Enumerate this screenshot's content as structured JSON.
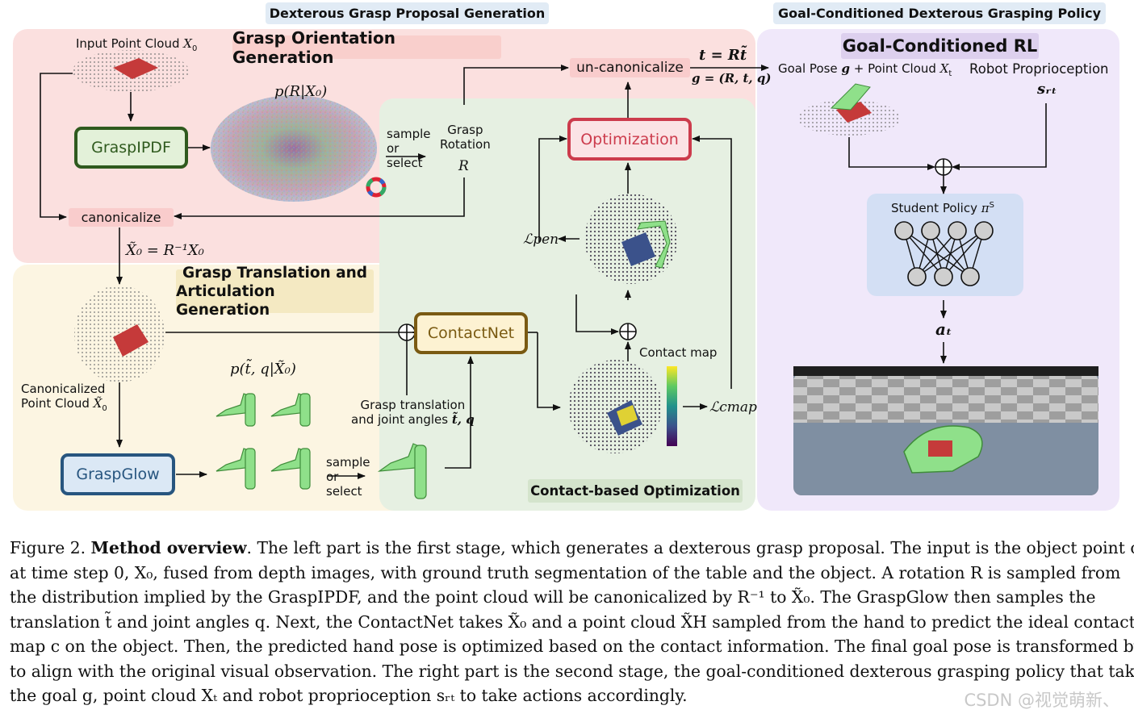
{
  "headers": {
    "left": "Dexterous Grasp Proposal Generation",
    "right": "Goal-Conditioned Dexterous Grasping Policy"
  },
  "sections": {
    "orientation": "Grasp Orientation Generation",
    "translation_line1": "Grasp Translation and",
    "translation_line2": "Articulation Generation",
    "contact_opt": "Contact-based Optimization",
    "rl": "Goal-Conditioned RL"
  },
  "modules": {
    "graspipdf": "GraspIPDF",
    "graspglow": "GraspGlow",
    "contactnet": "ContactNet",
    "optimization": "Optimization",
    "canonicalize": "canonicalize",
    "uncanonicalize": "un-canonicalize",
    "student_policy": "Student Policy"
  },
  "labels": {
    "input_cloud": "Input Point Cloud",
    "dist_rot": "p(R|X₀)",
    "sample1": "sample",
    "or1": "or",
    "select1": "select",
    "grasp": "Grasp",
    "rotation": "Rotation",
    "R": "R",
    "canon_eq": "X̃₀ = R⁻¹X₀",
    "canon_cloud_1": "Canonicalized",
    "canon_cloud_2": "Point Cloud",
    "dist_tq": "p(t̃, q|X̃₀)",
    "sample2": "sample",
    "or2": "or",
    "select2": "select",
    "gt_1": "Grasp translation",
    "gt_2": "and joint angles",
    "L_pen": "ℒpen",
    "L_cmap": "ℒcmap",
    "contact_map": "Contact map",
    "t_eq": "t = Rt̃",
    "g_eq": "g = (R, t, q)",
    "goal_pose": "Goal Pose",
    "point_cloud": "Point Cloud",
    "proprio": "Robot Proprioception",
    "s_t": "sᵣₜ",
    "a_t": "aₜ"
  },
  "caption": {
    "line1_pre": "Figure 2. ",
    "line1_bold": "Method overview",
    "line1_post": ". The left part is the first stage, which generates a dexterous grasp proposal. The input is the object point cloud",
    "line2": "at time step 0, X₀, fused from depth images, with ground truth segmentation of the table and the object.  A rotation R is sampled from",
    "line3": "the distribution implied by the GraspIPDF, and the point cloud will be canonicalized by R⁻¹ to X̃₀. The GraspGlow then samples the",
    "line4": "translation t̃ and joint angles q. Next, the ContactNet takes X̃₀ and a point cloud X̃H sampled from the hand to predict the ideal contact",
    "line5": "map c on the object. Then, the predicted hand pose is optimized based on the contact information. The final goal pose is transformed by R",
    "line6": "to align with the original visual observation. The right part is the second stage, the goal-conditioned dexterous grasping policy that takes",
    "line7": "the goal g, point cloud Xₜ and robot proprioception sᵣₜ to take actions accordingly."
  },
  "watermark": "CSDN @视觉萌新、",
  "colors": {
    "orientation_bg": "#fbe0df",
    "translation_bg": "#fcf5e2",
    "optimization_bg": "#e6f0e2",
    "rl_bg": "#f0e8fa",
    "header_bg": "#e1ebf5",
    "graspipdf_border": "#2f5a1e",
    "graspglow_border": "#27557f",
    "contactnet_border": "#7a5a12",
    "optimization_border": "#cc3b4c",
    "pill_bg": "#f9cccc",
    "hand_green": "#8fe08a",
    "object_red": "#c53a3a"
  }
}
